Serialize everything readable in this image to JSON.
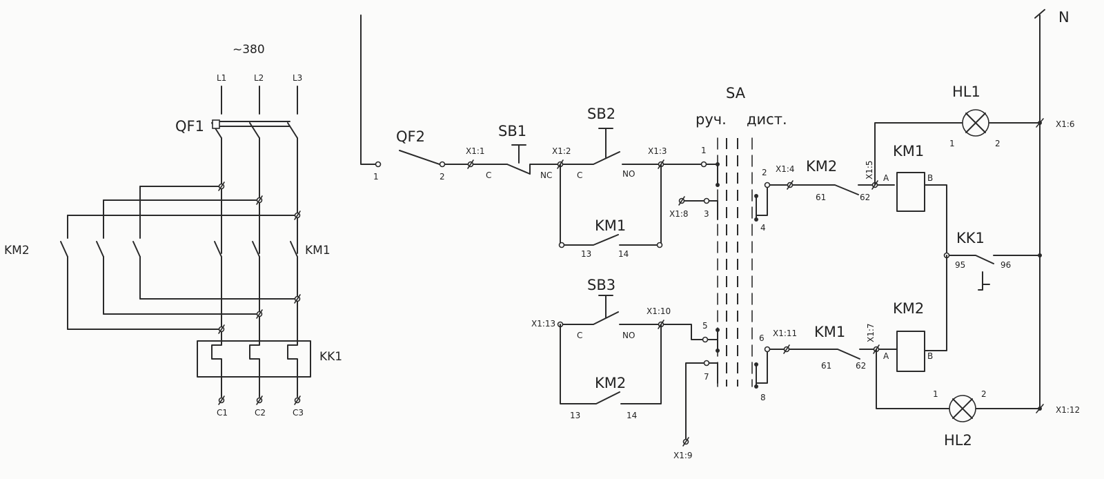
{
  "power": {
    "voltage": "~380",
    "phases": [
      "L1",
      "L2",
      "L3"
    ],
    "breaker": "QF1",
    "contactor_left": "KM2",
    "contactor_right": "KM1",
    "overload": "KK1",
    "outputs": [
      "C1",
      "C2",
      "C3"
    ]
  },
  "control": {
    "breaker": "QF2",
    "sb1": "SB1",
    "sb2": "SB2",
    "sb3": "SB3",
    "sa": "SA",
    "sa_manual": "руч.",
    "sa_remote": "дист.",
    "km1_hold": "KM1",
    "km2_hold": "KM2",
    "km2_interlock": "KM2",
    "km1_interlock": "KM1",
    "km1_coil": "KM1",
    "km2_coil": "KM2",
    "kk1": "KK1",
    "hl1": "HL1",
    "hl2": "HL2",
    "neutral": "N"
  },
  "terminals": {
    "x11": "X1:1",
    "x12": "X1:2",
    "x13": "X1:3",
    "x14": "X1:4",
    "x15": "X1:5",
    "x16": "X1:6",
    "x17": "X1:7",
    "x18": "X1:8",
    "x19": "X1:9",
    "x110": "X1:10",
    "x111": "X1:11",
    "x112": "X1:12",
    "x113": "X1:13"
  },
  "pins": {
    "p1": "1",
    "p2": "2",
    "p3": "3",
    "p4": "4",
    "p5": "5",
    "p6": "6",
    "p7": "7",
    "p8": "8",
    "c": "C",
    "nc": "NC",
    "no": "NO",
    "p13": "13",
    "p14": "14",
    "p61": "61",
    "p62": "62",
    "pa": "A",
    "pb": "B",
    "p95": "95",
    "p96": "96"
  }
}
